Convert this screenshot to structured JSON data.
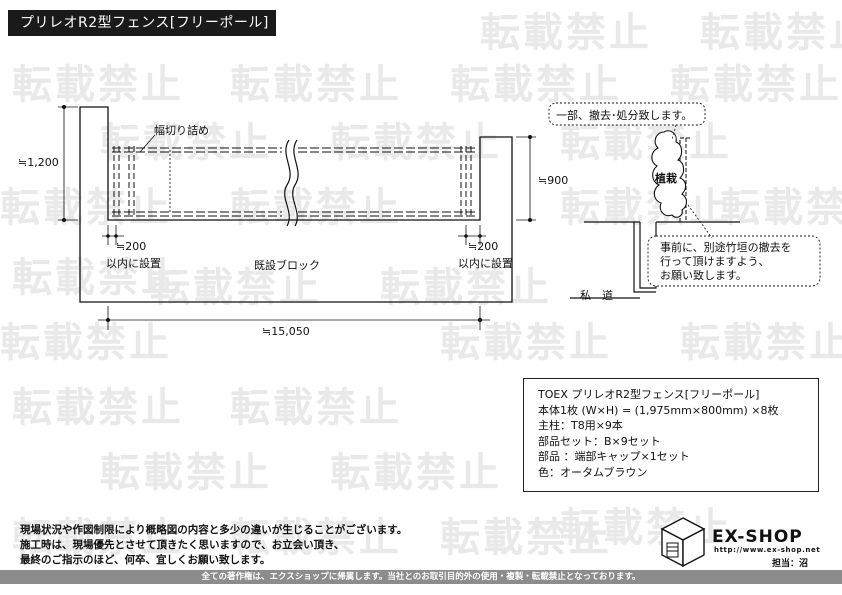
{
  "title": "プリレオR2型フェンス[フリーポール]",
  "watermark": "転載禁止",
  "dimensions": {
    "height_left": "≒1,200",
    "height_right": "≒900",
    "left_gap_value": "≒200",
    "left_gap_note": "以内に設置",
    "right_gap_value": "≒200",
    "right_gap_note": "以内に設置",
    "total_width": "≒15,050"
  },
  "labels": {
    "trim": "幅切り詰め",
    "block": "既設ブロック",
    "road": "私　道",
    "plant": "植栽"
  },
  "callouts": {
    "top": "一部、撤去･処分致します。",
    "bottom_lines": [
      "事前に、別途竹垣の撤去を",
      "行って頂けますよう、",
      "お願い致します。"
    ]
  },
  "spec": {
    "lines": [
      "TOEX プリレオR2型フェンス[フリーポール]",
      "本体1枚 (W×H) = (1,975mm×800mm) ×8枚",
      "主柱：T8用×9本",
      "部品セット：B×9セット",
      "部品 ：端部キャップ×1セット",
      "色：オータムブラウン"
    ]
  },
  "notes": [
    "現場状況や作図制限により概略図の内容と多少の違いが生じることがございます。",
    "施工時は、現場優先とさせて頂きたく思いますので、お立会い頂き、",
    "最終のご指示のほど、何卒、宜しくお願い致します。"
  ],
  "footer": "全ての著作権は、エクスショップに帰属します。当社とのお取引目的外の使用・複製・転載禁止となっております。",
  "brand": {
    "name": "EX-SHOP",
    "url": "http://www.ex-shop.net",
    "staff": "担当：沼"
  },
  "colors": {
    "title_bg": "#1a1a1a",
    "footer_bg": "#8c8c8c",
    "watermark": "#e9e9e9"
  }
}
